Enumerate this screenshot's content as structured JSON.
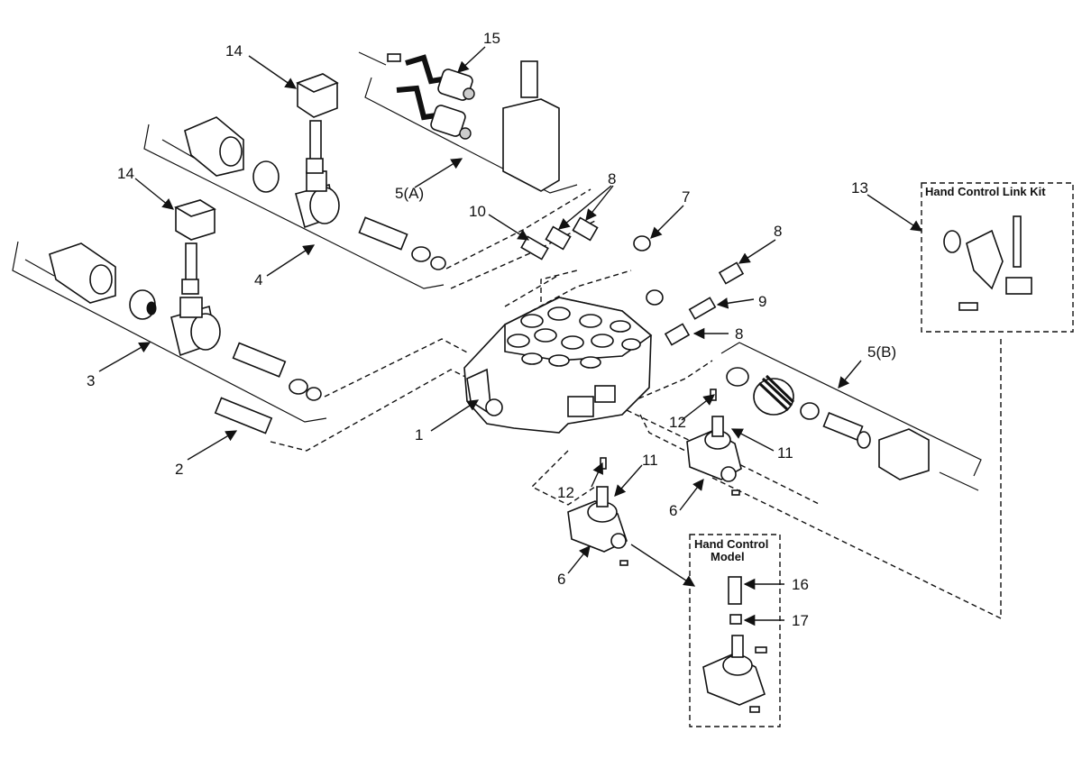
{
  "callouts": {
    "c1": "1",
    "c2": "2",
    "c3": "3",
    "c4": "4",
    "c5a": "5(A)",
    "c5b": "5(B)",
    "c6a": "6",
    "c6b": "6",
    "c7": "7",
    "c8a": "8",
    "c8b": "8",
    "c8c": "8",
    "c9": "9",
    "c10": "10",
    "c11a": "11",
    "c11b": "11",
    "c12a": "12",
    "c12b": "12",
    "c13": "13",
    "c14a": "14",
    "c14b": "14",
    "c15": "15",
    "c16": "16",
    "c17": "17"
  },
  "boxes": {
    "link_kit_title": "Hand Control Link Kit",
    "hand_control_title_line1": "Hand Control",
    "hand_control_title_line2": "Model"
  }
}
